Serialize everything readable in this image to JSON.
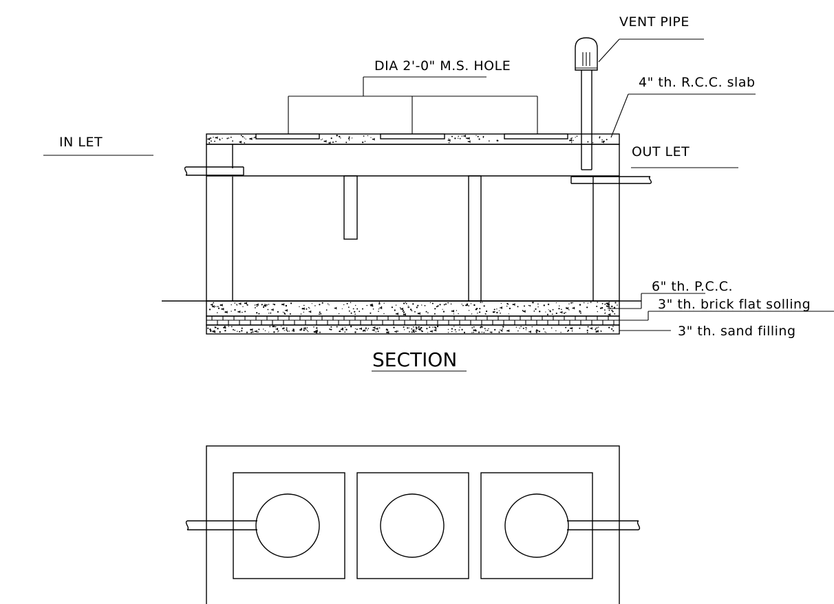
{
  "labels": {
    "vent_pipe": "VENT PIPE",
    "hole": "DIA 2'-0\" M.S. HOLE",
    "slab": "4\" th. R.C.C. slab",
    "inlet": "IN LET",
    "outlet": "OUT LET",
    "pcc": "6\" th. P.C.C.",
    "brick": "3\" th. brick flat solling",
    "sand": "3\" th. sand filling",
    "section_title": "SECTION"
  }
}
